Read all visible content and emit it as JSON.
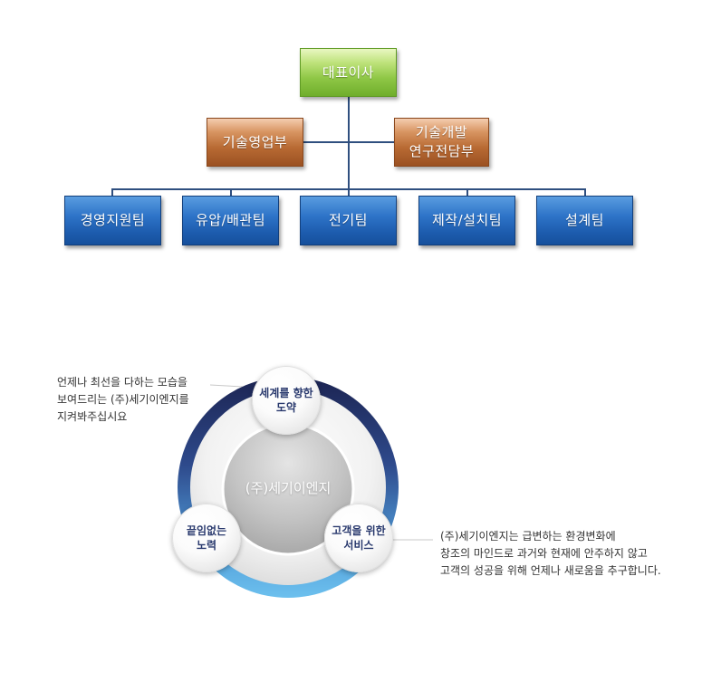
{
  "org_chart": {
    "ceo": "대표이사",
    "side_left": "기술영업부",
    "side_right_line1": "기술개발",
    "side_right_line2": "연구전담부",
    "teams": [
      "경영지원팀",
      "유압/배관팀",
      "전기팀",
      "제작/설치팀",
      "설계팀"
    ],
    "colors": {
      "ceo": "#8fc746",
      "side": "#b86a33",
      "team": "#2466bc",
      "line": "#2f4f7f"
    }
  },
  "philosophy": {
    "center": "(주)세기이엔지",
    "bubble_top": "세계를 향한\n도약",
    "bubble_left": "끝임없는\n노력",
    "bubble_right": "고객을 위한\n서비스",
    "note_left": [
      "언제나 최선을 다하는 모습을",
      "보여드리는 (주)세기이엔지를",
      "지켜봐주십시요"
    ],
    "note_right": [
      "(주)세기이엔지는 급변하는 환경변화에",
      "창조의 마인드로 과거와 현재에 안주하지 않고",
      "고객의 성공을 위해 언제나 새로움을 추구합니다."
    ]
  }
}
